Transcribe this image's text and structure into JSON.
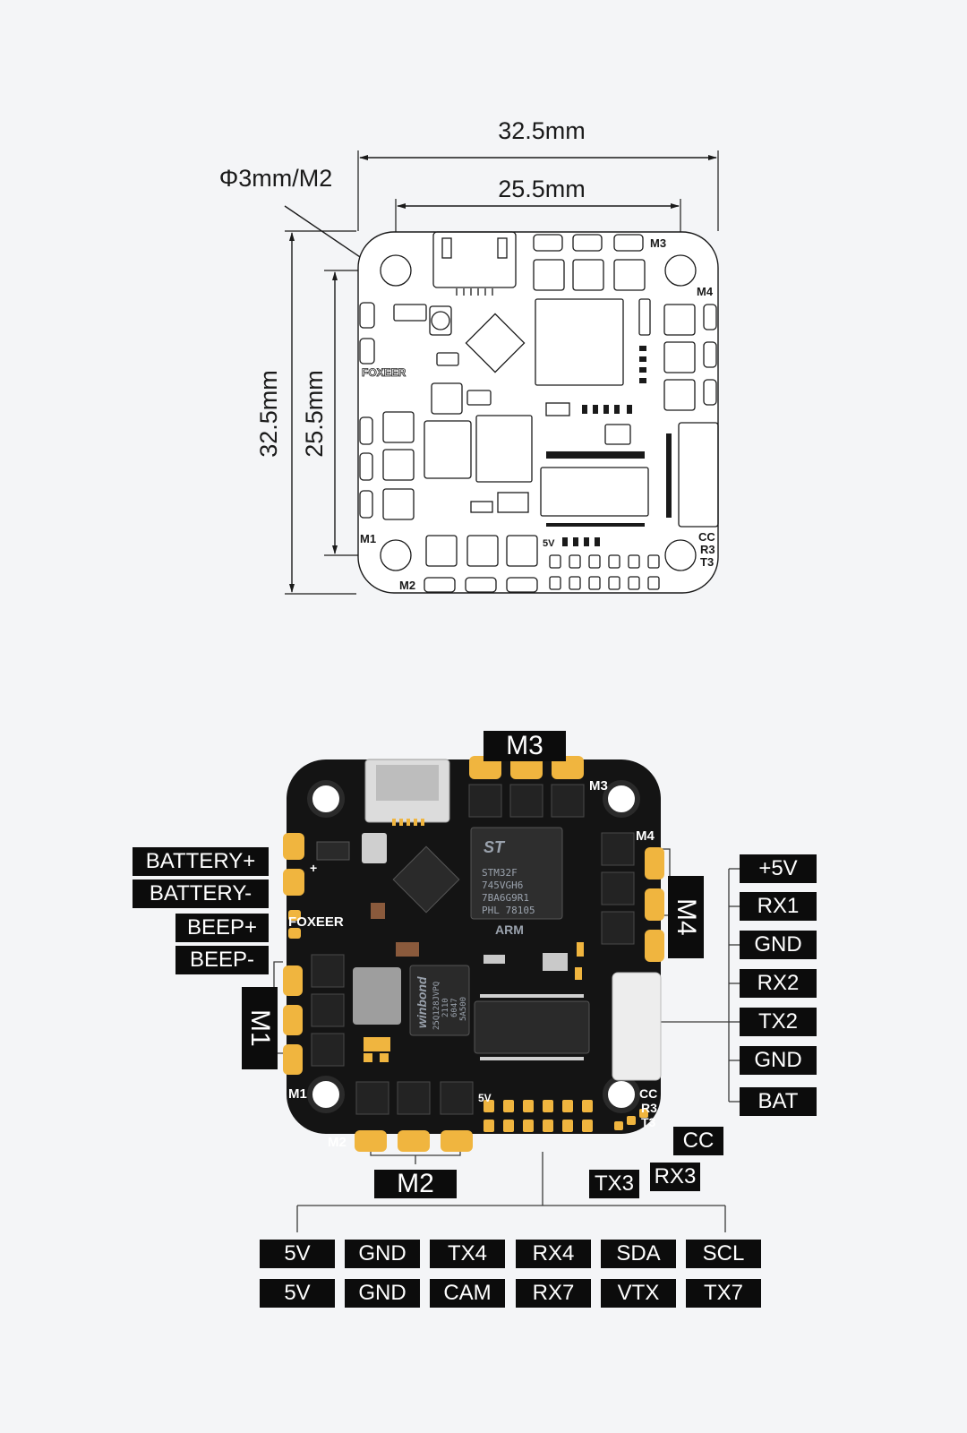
{
  "drawing": {
    "outer_width": "32.5mm",
    "mount_width": "25.5mm",
    "outer_height": "32.5mm",
    "mount_height": "25.5mm",
    "hole_spec": "Φ3mm/M2",
    "silk": {
      "m1": "M1",
      "m2": "M2",
      "m3": "M3",
      "m4": "M4",
      "cc": "CC",
      "r3": "R3",
      "t3": "T3",
      "fiveV": "5V",
      "brand": "FOXEER"
    }
  },
  "board": {
    "brand": "FOXEER",
    "mcu_logo": "ST",
    "mcu_lines": [
      "STM32F",
      "745VGH6",
      "7BA6G9R1",
      "PHL 78105"
    ],
    "mcu_arm": "ARM",
    "flash_brand": "winbond",
    "flash_lines": [
      "25Q128JVPQ",
      "2110",
      "6047",
      "5A500"
    ],
    "silk": {
      "m1": "M1",
      "m2": "M2",
      "m3": "M3",
      "m4": "M4",
      "cc": "CC",
      "r3": "R3",
      "t3": "T3",
      "fiveV": "5V",
      "plus": "+"
    }
  },
  "labels": {
    "motors": {
      "m1": "M1",
      "m2": "M2",
      "m3": "M3",
      "m4": "M4"
    },
    "left": [
      "BATTERY+",
      "BATTERY-",
      "BEEP+",
      "BEEP-"
    ],
    "right": [
      "+5V",
      "RX1",
      "GND",
      "RX2",
      "TX2",
      "GND",
      "BAT"
    ],
    "bottom_row1": [
      "5V",
      "GND",
      "TX4",
      "RX4",
      "SDA",
      "SCL"
    ],
    "bottom_row2": [
      "5V",
      "GND",
      "CAM",
      "RX7",
      "VTX",
      "TX7"
    ],
    "uart3": {
      "cc": "CC",
      "rx3": "RX3",
      "tx3": "TX3"
    }
  },
  "colors": {
    "pcb": "#141414",
    "pad": "#f0b53f",
    "label_bg": "#0c0c0c",
    "label_fg": "#ffffff",
    "line": "#1a1a1a"
  }
}
